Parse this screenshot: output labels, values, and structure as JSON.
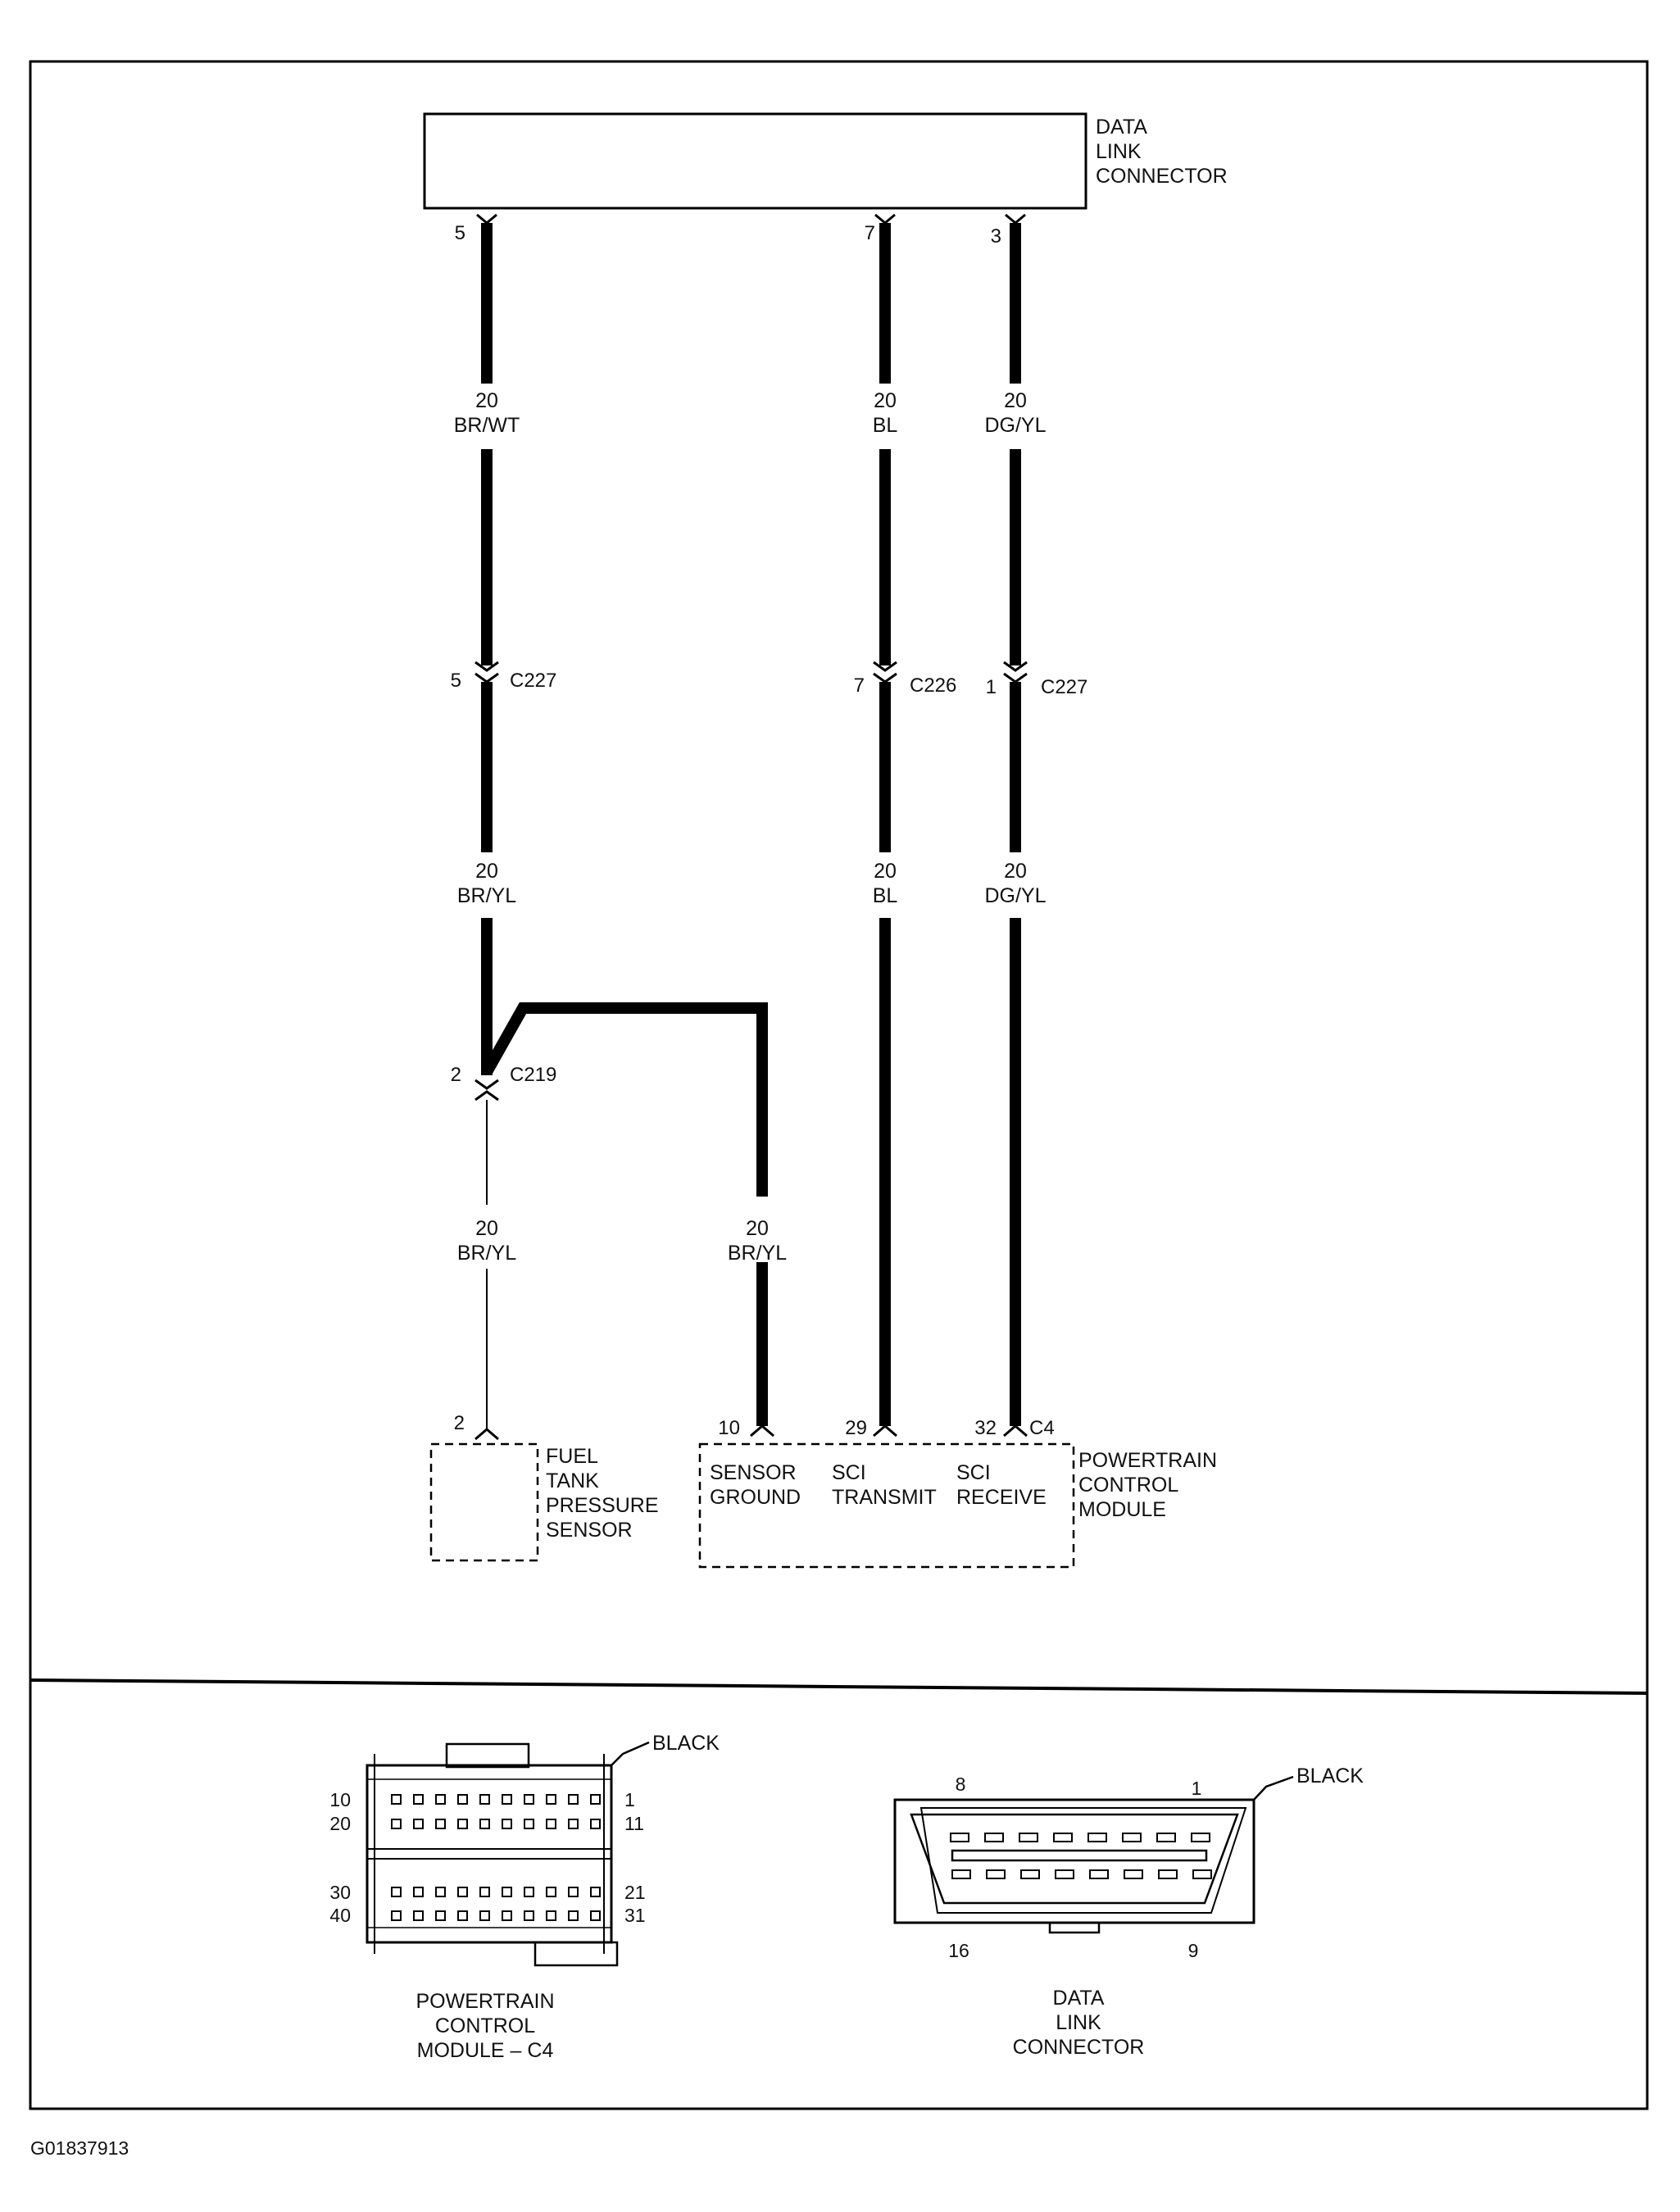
{
  "dlc": {
    "label": [
      "DATA",
      "LINK",
      "CONNECTOR"
    ]
  },
  "wires": [
    {
      "top_pin": "5",
      "gauge_top": "20",
      "color_top": "BR/WT",
      "splice_pin": "5",
      "splice_conn": "C227",
      "gauge_mid": "20",
      "color_mid": "BR/YL"
    },
    {
      "top_pin": "7",
      "gauge_top": "20",
      "color_top": "BL",
      "splice_pin": "7",
      "splice_conn": "C226",
      "gauge_mid": "20",
      "color_mid": "BL"
    },
    {
      "top_pin": "3",
      "gauge_top": "20",
      "color_top": "DG/YL",
      "splice_pin": "1",
      "splice_conn": "C227",
      "gauge_mid": "20",
      "color_mid": "DG/YL"
    }
  ],
  "splice": {
    "pin": "2",
    "conn": "C219"
  },
  "lower_left": {
    "gauge": "20",
    "color": "BR/YL"
  },
  "lower_right": {
    "gauge": "20",
    "color": "BR/YL"
  },
  "sensor": {
    "pin": "2",
    "label": [
      "FUEL",
      "TANK",
      "PRESSURE",
      "SENSOR"
    ]
  },
  "pcm": {
    "pins": [
      "10",
      "29",
      "32"
    ],
    "conn": "C4",
    "terminals": [
      {
        "line1": "SENSOR",
        "line2": "GROUND"
      },
      {
        "line1": "SCI",
        "line2": "TRANSMIT"
      },
      {
        "line1": "SCI",
        "line2": "RECEIVE"
      }
    ],
    "label": [
      "POWERTRAIN",
      "CONTROL",
      "MODULE"
    ]
  },
  "pcm_face": {
    "color": "BLACK",
    "rows": [
      "10",
      "1",
      "20",
      "11",
      "30",
      "21",
      "40",
      "31"
    ],
    "label": [
      "POWERTRAIN",
      "CONTROL",
      "MODULE – C4"
    ]
  },
  "dlc_face": {
    "color": "BLACK",
    "pins": [
      "8",
      "1",
      "16",
      "9"
    ],
    "label": [
      "DATA",
      "LINK",
      "CONNECTOR"
    ]
  },
  "figure_id": "G01837913"
}
